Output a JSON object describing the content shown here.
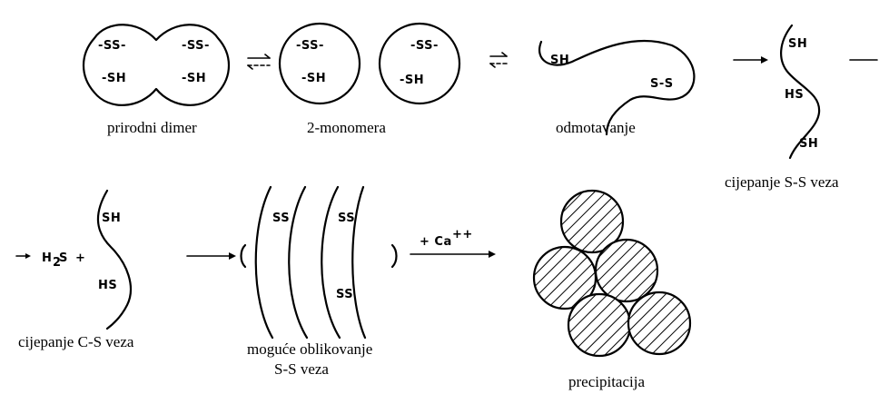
{
  "captions": {
    "dimer": "prirodni dimer",
    "monomers": "2-monomera",
    "unfolding": "odmotavanje",
    "ss_cleavage": "cijepanje S-S veza",
    "cs_cleavage": "cijepanje C-S veza",
    "ss_formation_line1": "moguće oblikovanje",
    "ss_formation_line2": "S-S veza",
    "precipitation": "precipitacija"
  },
  "labels": {
    "ss": "-SS-",
    "sh": "-SH",
    "sh_plain": "SH",
    "hs": "HS",
    "s_s": "S-S",
    "ss_plain": "SS",
    "h2s_h": "H",
    "h2s_sub": "2",
    "h2s_s": "S",
    "plus": "+",
    "calcium": "+ Ca",
    "calcium_charge": "++"
  }
}
